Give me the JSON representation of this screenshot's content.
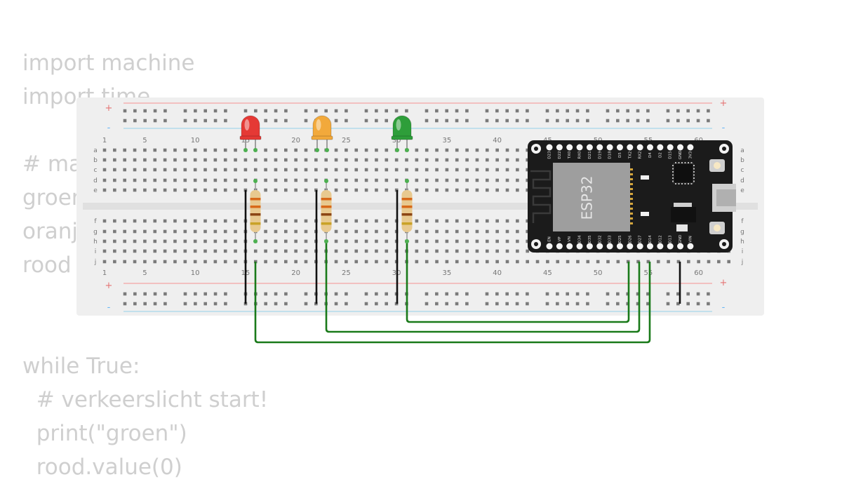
{
  "code_lines": [
    "import machine",
    "import time",
    "",
    "# ma",
    "groer",
    "oranj",
    "rood",
    "",
    "",
    "while True:",
    "  # verkeerslicht start!",
    "  print(\"groen\")",
    "  rood.value(0)"
  ],
  "breadboard": {
    "rail_plus": "+",
    "rail_minus": "-",
    "column_numbers": [
      "1",
      "5",
      "10",
      "15",
      "20",
      "25",
      "30",
      "35",
      "40",
      "45",
      "50",
      "55",
      "60"
    ],
    "rows_top": [
      "a",
      "b",
      "c",
      "d",
      "e"
    ],
    "rows_bottom": [
      "f",
      "g",
      "h",
      "i",
      "j"
    ]
  },
  "leds": [
    {
      "color_name": "red",
      "color": "#e53935"
    },
    {
      "color_name": "orange",
      "color": "#f2a93b"
    },
    {
      "color_name": "green",
      "color": "#2e9e3a"
    }
  ],
  "esp32": {
    "module_label": "ESP32",
    "top_pins": [
      "D23",
      "D22",
      "TX0",
      "RX0",
      "D21",
      "D19",
      "D18",
      "D5",
      "TX2",
      "RX2",
      "D4",
      "D2",
      "D15",
      "GND",
      "3V3"
    ],
    "bottom_pins": [
      "EN",
      "VP",
      "VN",
      "D34",
      "D35",
      "D32",
      "D33",
      "D25",
      "D26",
      "D27",
      "D14",
      "D12",
      "D13",
      "GND",
      "VIN"
    ]
  },
  "colors": {
    "wire": "#1a7a1a",
    "board_bg": "#f0f0f0",
    "esp_board": "#1b1b1b"
  }
}
